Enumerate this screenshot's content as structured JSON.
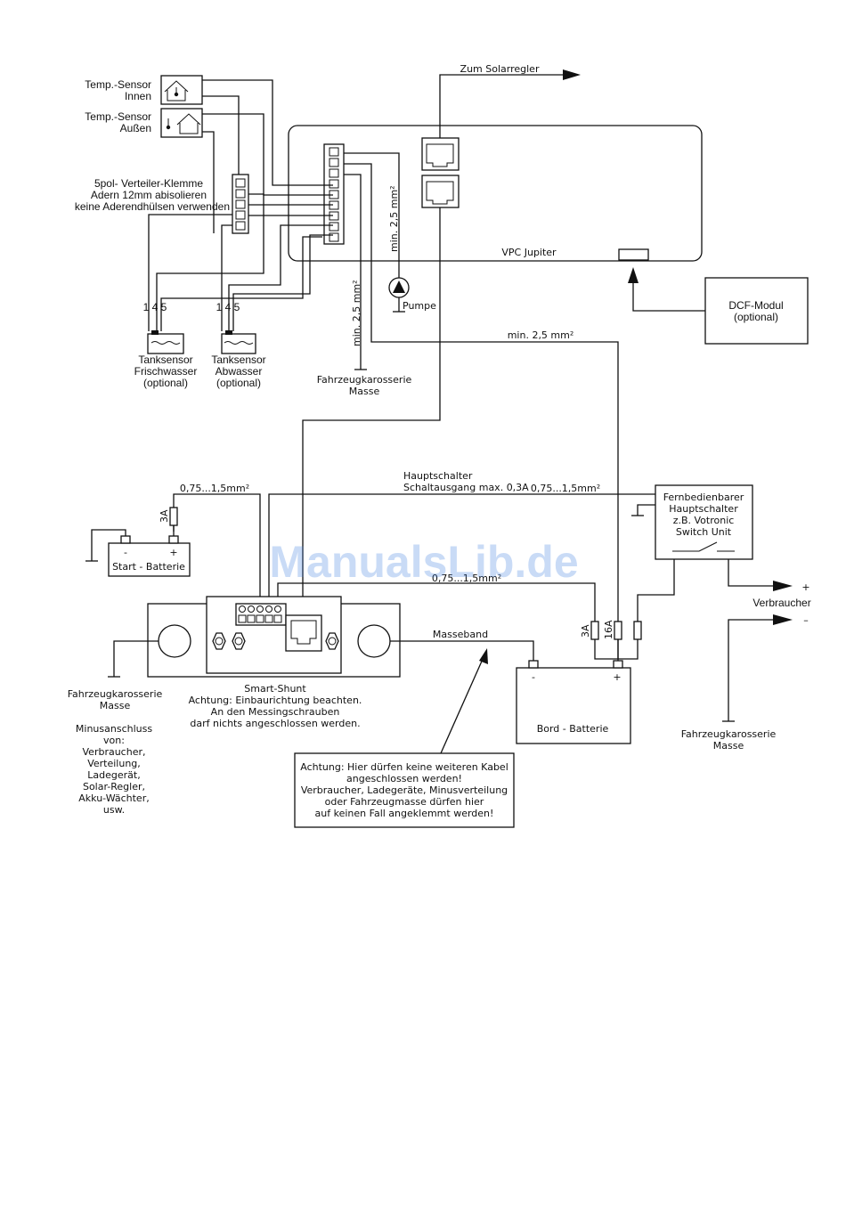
{
  "labels": {
    "temp_in_1": "Temp.-Sensor",
    "temp_in_2": "Innen",
    "temp_out_1": "Temp.-Sensor",
    "temp_out_2": "Außen",
    "klemme_1": "5pol- Verteiler-Klemme",
    "klemme_2": "Adern 12mm abisolieren",
    "klemme_3": "keine Aderendhülsen verwenden",
    "pins_left": "1 4 5",
    "pins_right": "1 4 5",
    "tank_fw_1": "Tanksensor",
    "tank_fw_2": "Frischwasser",
    "tank_fw_3": "(optional)",
    "tank_aw_1": "Tanksensor",
    "tank_aw_2": "Abwasser",
    "tank_aw_3": "(optional)",
    "solar": "Zum Solarregler",
    "vpc": "VPC Jupiter",
    "min25_vertical_1": "min. 2,5 mm²",
    "min25_vertical_2": "min. 2,5 mm²",
    "min25_horizontal": "min. 2,5 mm²",
    "pumpe": "Pumpe",
    "masse_top_1": "Fahrzeugkarosserie",
    "masse_top_2": "Masse",
    "dcf_1": "DCF-Modul",
    "dcf_2": "(optional)",
    "wire_075_left": "0,75...1,5mm²",
    "hauptschalter_1": "Hauptschalter",
    "hauptschalter_2": "Schaltausgang max. 0,3A",
    "wire_075_right": "0,75...1,5mm²",
    "fern_1": "Fernbedienbarer",
    "fern_2": "Hauptschalter",
    "fern_3": "z.B. Votronic",
    "fern_4": "Switch Unit",
    "fuse_3a_top": "3A",
    "start_minus": "-",
    "start_plus": "+",
    "start_batt": "Start - Batterie",
    "wire_075_mid": "0,75...1,5mm²",
    "plus_sign": "+",
    "verbraucher": "Verbraucher",
    "minus_sign": "–",
    "fuse_3a": "3A",
    "fuse_16a": "16A",
    "masseband": "Masseband",
    "bord_minus": "-",
    "bord_plus": "+",
    "bord_batt": "Bord - Batterie",
    "masse_left_1": "Fahrzeugkarosserie",
    "masse_left_2": "Masse",
    "shunt_1": "Smart-Shunt",
    "shunt_2": "Achtung: Einbaurichtung beachten.",
    "shunt_3": "An den Messingschrauben",
    "shunt_4": "darf nichts angeschlossen werden.",
    "minus_1": "Minusanschluss",
    "minus_2": "von:",
    "minus_3": "Verbraucher,",
    "minus_4": "Verteilung,",
    "minus_5": "Ladegerät,",
    "minus_6": "Solar-Regler,",
    "minus_7": "Akku-Wächter,",
    "minus_8": "usw.",
    "masse_right_1": "Fahrzeugkarosserie",
    "masse_right_2": "Masse",
    "warn_1": "Achtung: Hier dürfen keine weiteren Kabel",
    "warn_2": "angeschlossen werden!",
    "warn_3": "Verbraucher, Ladegeräte, Minusverteilung",
    "warn_4": "oder Fahrzeugmasse dürfen hier",
    "warn_5": "auf keinen Fall angeklemmt werden!",
    "watermark": "ManualsLib.de"
  }
}
